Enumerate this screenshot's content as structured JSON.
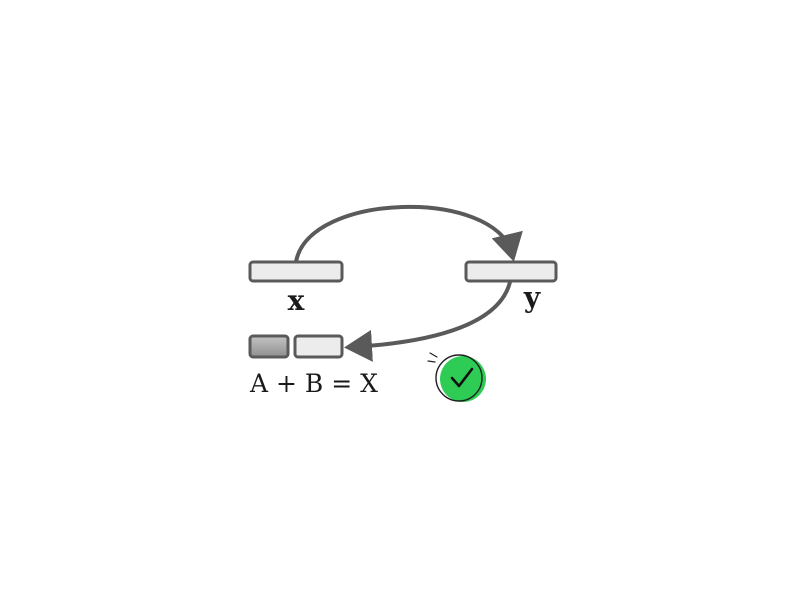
{
  "labels": {
    "x": "x",
    "y": "y",
    "equation": "A + B = X"
  },
  "icons": {
    "check": "check-circle-icon"
  },
  "colors": {
    "box_fill": "#ececec",
    "stroke": "#5a5a5a",
    "accent_green": "#2ecc55"
  }
}
